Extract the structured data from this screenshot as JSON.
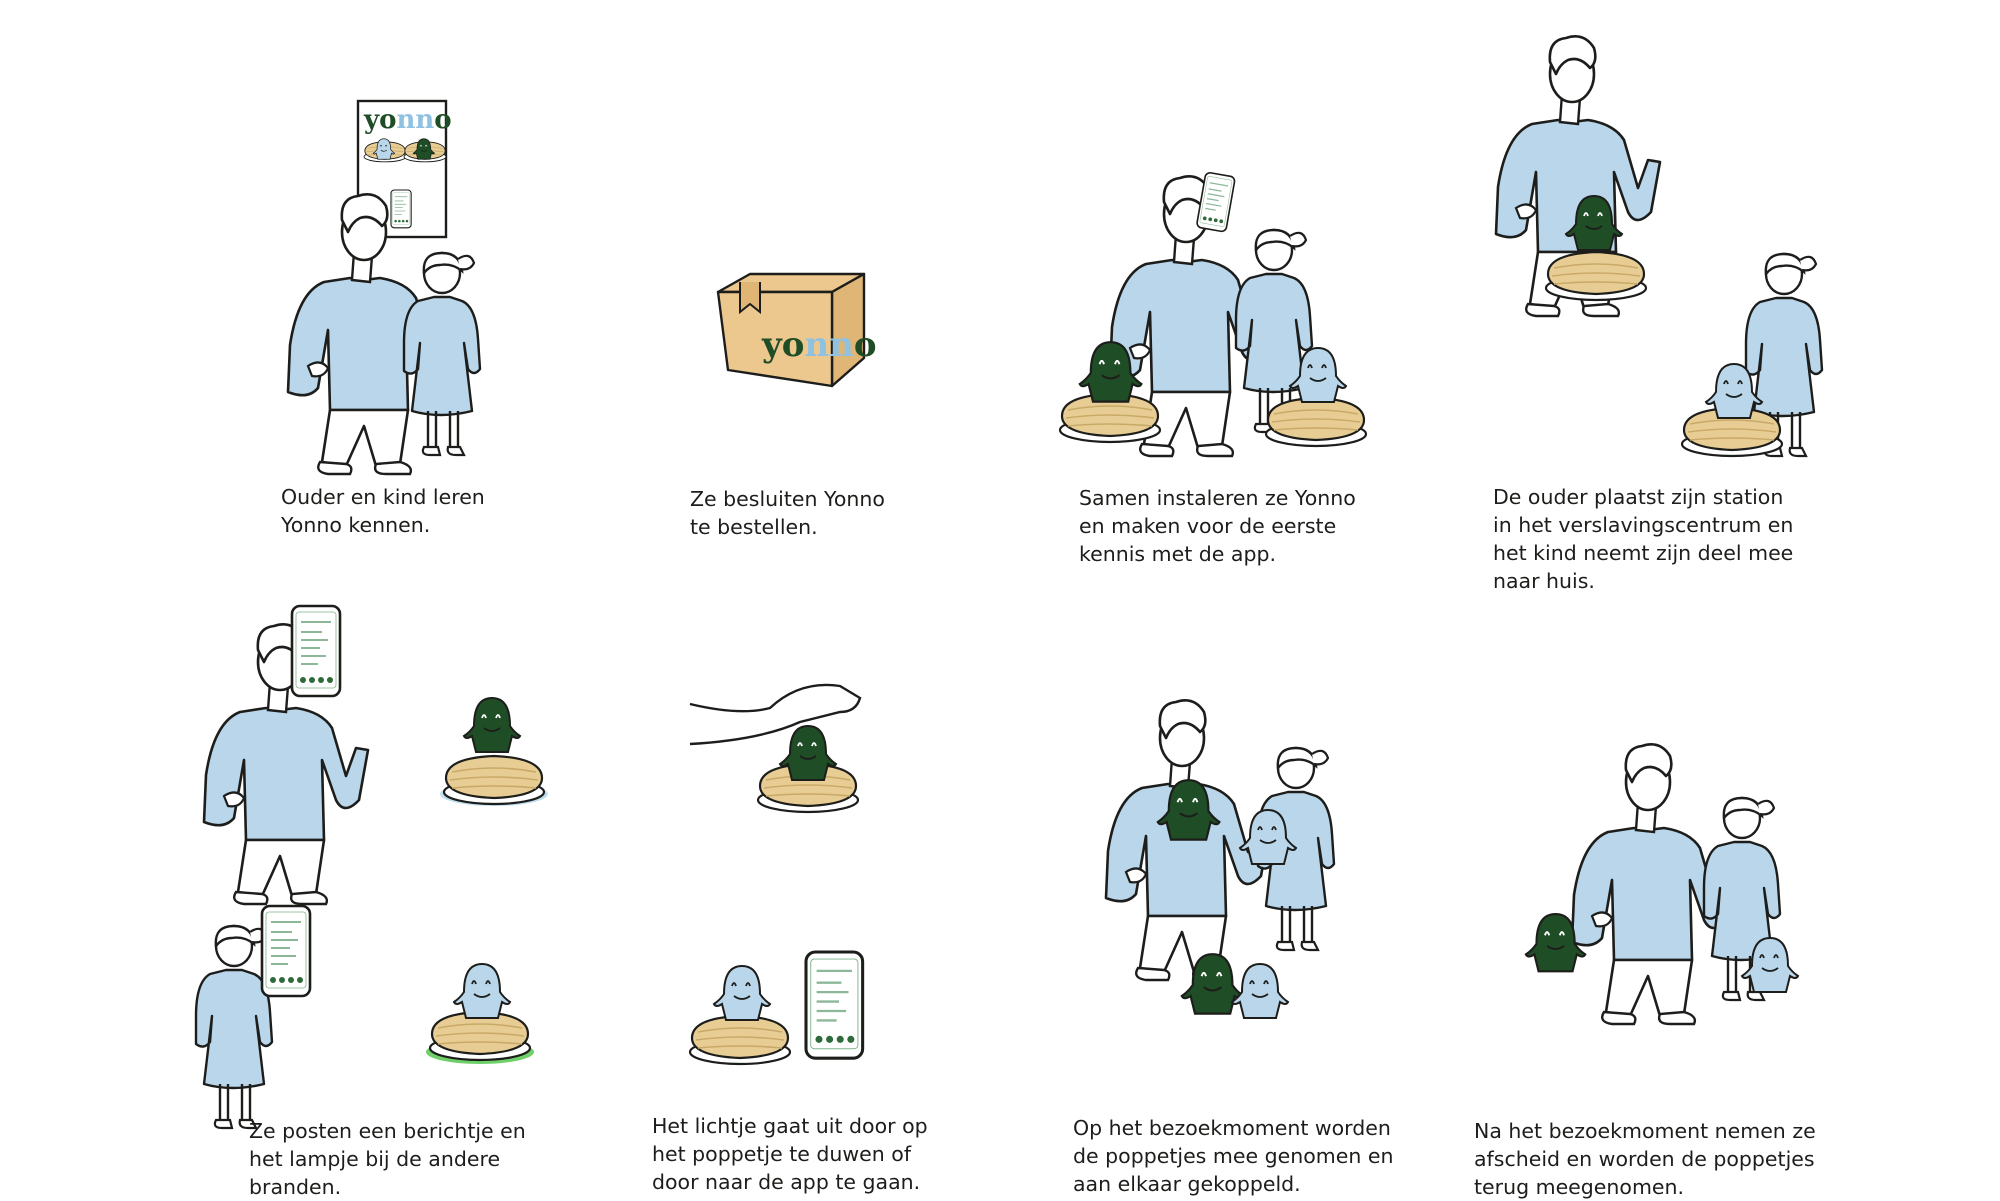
{
  "colors": {
    "ink": "#1d1d1b",
    "shirt_blue": "#b9d6ea",
    "dark_green": "#1f4d25",
    "light_blue_doll": "#b9d6ea",
    "base_wood": "#e7cd94",
    "base_wood_line": "#c9a968",
    "box_kraft": "#ecc88e",
    "brand_green": "#1f4d25",
    "brand_blue": "#8fc1e0",
    "glow_blue": "#bfdff0",
    "glow_green": "#6fd06a"
  },
  "brand": {
    "poster_logo": [
      "yo",
      "nn",
      "o"
    ],
    "box_logo": [
      "yo",
      "nn",
      "o"
    ]
  },
  "steps": [
    {
      "id": 1,
      "caption": "Ouder en kind leren\nYonno kennen."
    },
    {
      "id": 2,
      "caption": "Ze besluiten Yonno\nte bestellen."
    },
    {
      "id": 3,
      "caption": "Samen instaleren ze Yonno\nen maken voor de eerste\nkennis met de app."
    },
    {
      "id": 4,
      "caption": "De ouder plaatst zijn station\nin het verslavingscentrum en\nhet kind neemt zijn deel mee\nnaar huis."
    },
    {
      "id": 5,
      "caption": "Ze posten een berichtje en\nhet lampje bij de andere\nbranden."
    },
    {
      "id": 6,
      "caption": "Het lichtje gaat uit door op\nhet poppetje te duwen of\ndoor naar de app te gaan."
    },
    {
      "id": 7,
      "caption": "Op het bezoekmoment worden\nde poppetjes mee genomen en\naan elkaar gekoppeld."
    },
    {
      "id": 8,
      "caption": "Na het bezoekmoment nemen ze\nafscheid en worden de poppetjes\nterug meegenomen."
    }
  ]
}
